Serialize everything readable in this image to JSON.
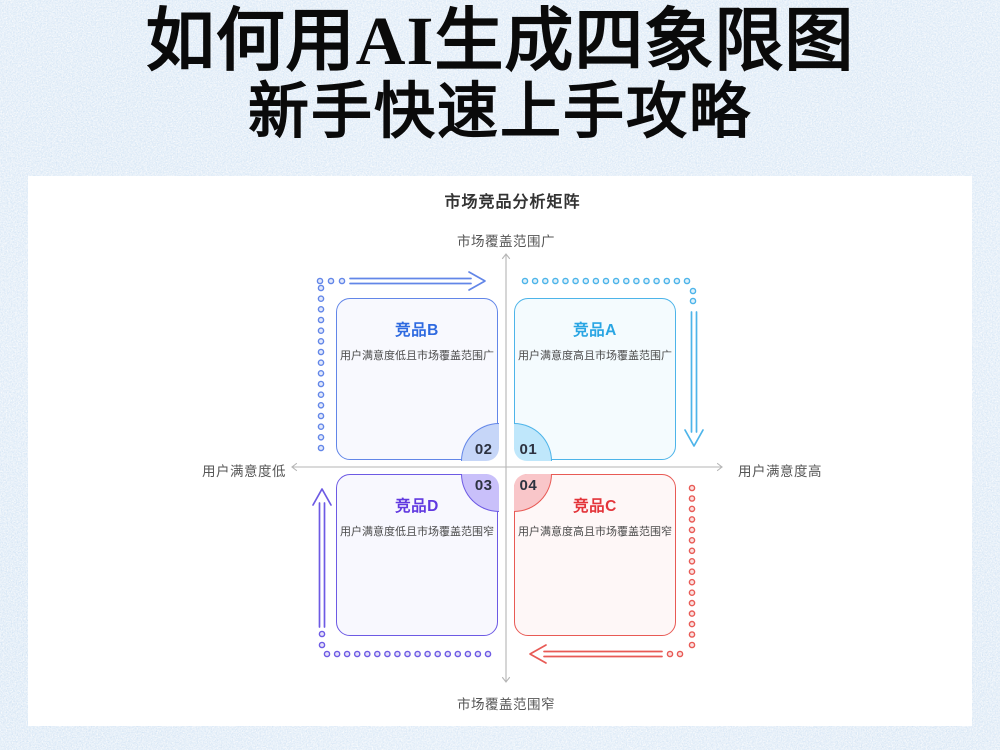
{
  "header": {
    "title_line1": "如何用AI生成四象限图",
    "title_line2": "新手快速上手攻略"
  },
  "matrix": {
    "title": "市场竞品分析矩阵",
    "axis_color": "#b5b5b5",
    "axis_labels": {
      "top": "市场覆盖范围广",
      "bottom": "市场覆盖范围窄",
      "left": "用户满意度低",
      "right": "用户满意度高"
    },
    "quadrants": [
      {
        "number": "01",
        "name": "竞品A",
        "description": "用户满意度高且市场覆盖范围广",
        "position": "top-right",
        "colors": {
          "border": "#4db4e9",
          "fill": "#f4fbfe",
          "title": "#29a5e3",
          "badge_fill": "#bfe7fb"
        }
      },
      {
        "number": "02",
        "name": "竞品B",
        "description": "用户满意度低且市场覆盖范围广",
        "position": "top-left",
        "colors": {
          "border": "#6286e8",
          "fill": "#f8f9fe",
          "title": "#2e6ae0",
          "badge_fill": "#c6d6f8"
        }
      },
      {
        "number": "03",
        "name": "竞品D",
        "description": "用户满意度低且市场覆盖范围窄",
        "position": "bottom-left",
        "colors": {
          "border": "#6d5ae4",
          "fill": "#f8f8fe",
          "title": "#6139e0",
          "badge_fill": "#c9c0fa"
        }
      },
      {
        "number": "04",
        "name": "竞品C",
        "description": "用户满意度高且市场覆盖范围窄",
        "position": "bottom-right",
        "colors": {
          "border": "#e85a55",
          "fill": "#fef7f7",
          "title": "#e3343a",
          "badge_fill": "#f9c6c9"
        }
      }
    ]
  }
}
